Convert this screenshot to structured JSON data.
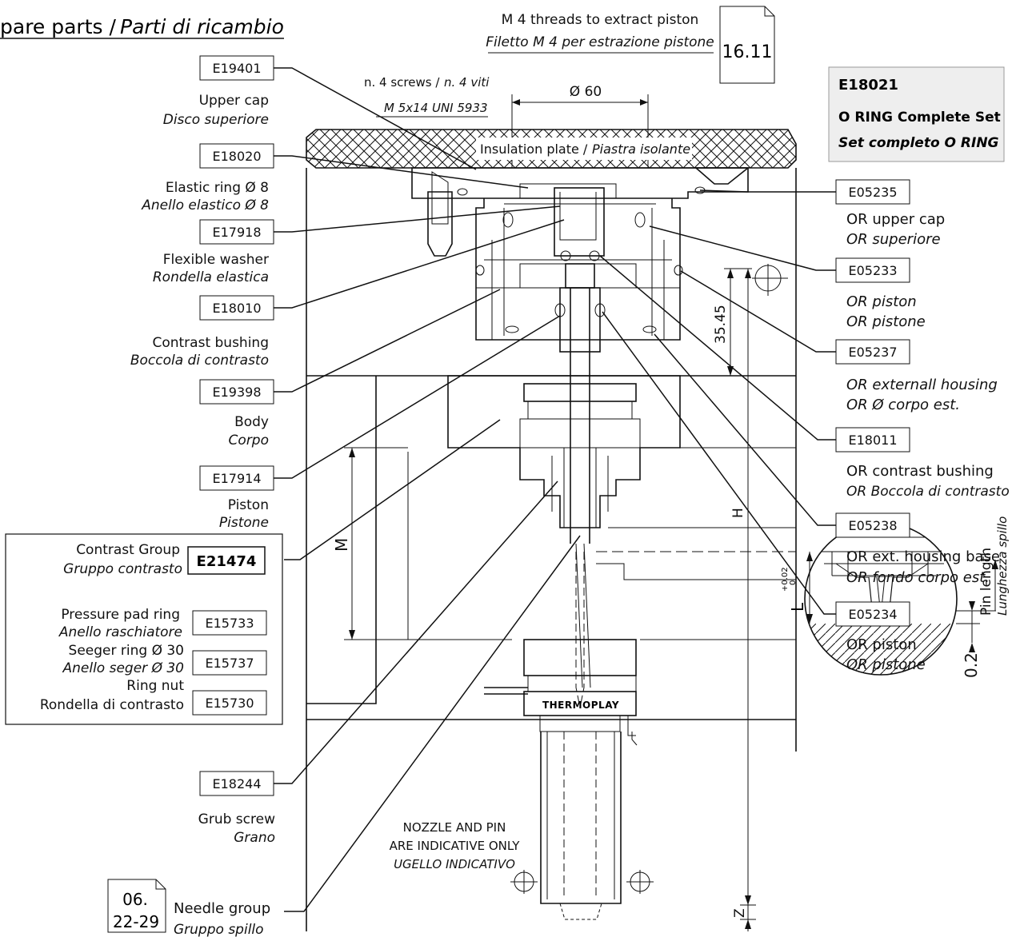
{
  "title": {
    "en": "pare parts /",
    "it": "Parti di ricambio"
  },
  "header_note": {
    "en": "M 4 threads to extract piston",
    "it": "Filetto M 4 per estrazione pistone",
    "page_ref": "16.11"
  },
  "screws_note": {
    "en": "n. 4 screws /",
    "en_it": "n. 4 viti",
    "spec": "M 5x14 UNI 5933"
  },
  "diameter_label": "Ø 60",
  "insulation_label": {
    "en": "Insulation plate /",
    "it": "Piastra isolante"
  },
  "o_ring_set": {
    "code": "E18021",
    "line1": "O RING Complete Set",
    "line2": "Set completo O RING"
  },
  "left_parts": [
    {
      "code": "E19401",
      "en": "Upper cap",
      "it": "Disco superiore"
    },
    {
      "code": "E18020",
      "en": "Elastic ring Ø 8",
      "it": "Anello elastico Ø 8"
    },
    {
      "code": "E17918",
      "en": "Flexible washer",
      "it": "Rondella elastica"
    },
    {
      "code": "E18010",
      "en": "Contrast bushing",
      "it": "Boccola di contrasto"
    },
    {
      "code": "E19398",
      "en": "Body",
      "it": "Corpo"
    },
    {
      "code": "E17914",
      "en": "Piston",
      "it": "Pistone"
    },
    {
      "code": "E18244",
      "en": "Grub screw",
      "it": "Grano"
    }
  ],
  "contrast_group": {
    "code": "E21474",
    "en": "Contrast Group",
    "it": "Gruppo contrasto",
    "items": [
      {
        "code": "E15733",
        "en": "Pressure pad ring",
        "it": "Anello raschiatore"
      },
      {
        "code": "E15737",
        "en": "Seeger ring Ø 30",
        "it": "Anello seger Ø 30"
      },
      {
        "code": "E15730",
        "en": "Ring nut",
        "it": "Rondella di contrasto"
      }
    ]
  },
  "right_parts": [
    {
      "code": "E05235",
      "en": "OR upper cap",
      "it": "OR superiore"
    },
    {
      "code": "E05233",
      "en": "OR piston",
      "it": "OR pistone"
    },
    {
      "code": "E05237",
      "en": "OR externall housing",
      "it": "OR Ø corpo est."
    },
    {
      "code": "E18011",
      "en": "OR contrast bushing",
      "it": "OR Boccola di contrasto"
    },
    {
      "code": "E05238",
      "en": "OR ext. housing base",
      "it": "OR fondo corpo est."
    },
    {
      "code": "E05234",
      "en": "OR piston",
      "it": "OR pistone"
    }
  ],
  "needle_group": {
    "en": "Needle group",
    "it": "Gruppo spillo",
    "page_ref_1": "06.",
    "page_ref_2": "22-29"
  },
  "nozzle_note": {
    "line1": "NOZZLE AND PIN",
    "line2": "ARE INDICATIVE ONLY",
    "line3": "UGELLO INDICATIVO"
  },
  "brand": "THERMOPLAY",
  "dimensions": {
    "d1": "35.45",
    "m": "M",
    "h": "H",
    "z": "Z",
    "l": "L",
    "tol_plus": "+0.02",
    "tol_zero": "0",
    "gap": "0.2"
  },
  "pin_length": {
    "en": "Pin length",
    "it": "Lunghezza spillo"
  }
}
